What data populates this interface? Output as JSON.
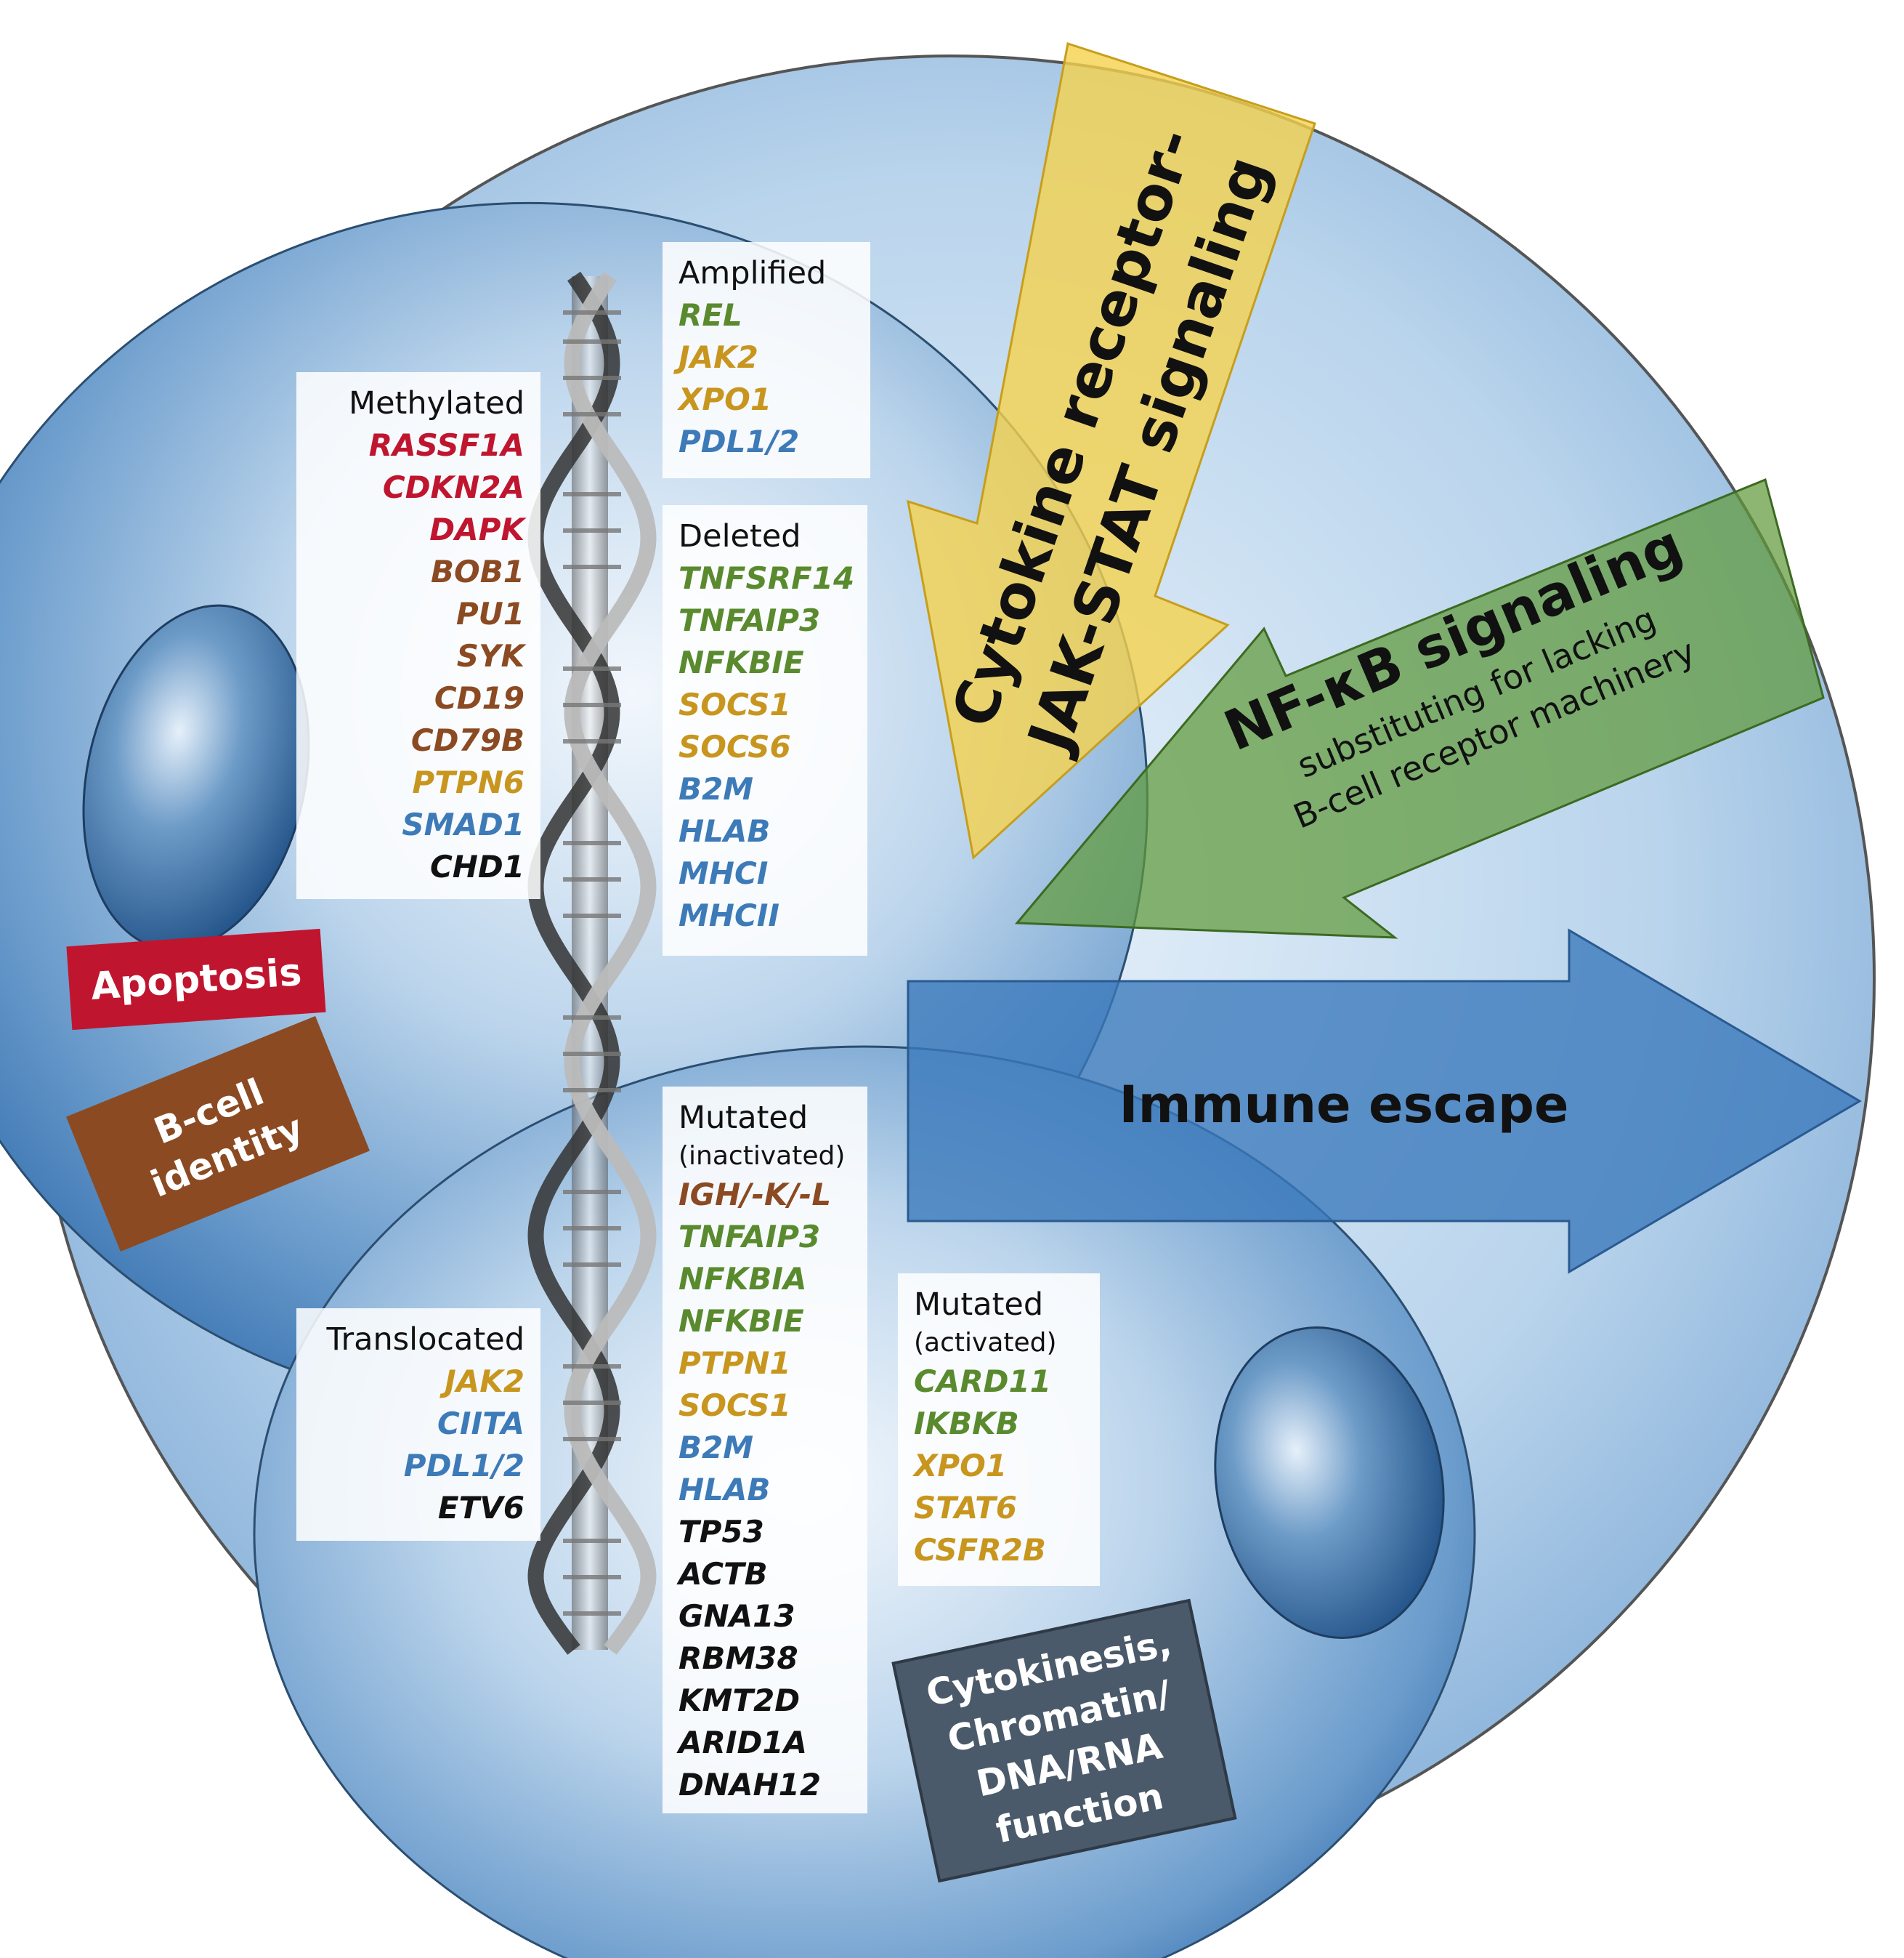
{
  "amplified": {
    "title": "Amplified",
    "genes": [
      {
        "name": "REL",
        "color": "#5a8a2e"
      },
      {
        "name": "JAK2",
        "color": "#c8961e"
      },
      {
        "name": "XPO1",
        "color": "#c8961e"
      },
      {
        "name": "PDL1/2",
        "color": "#3d7ab8"
      }
    ]
  },
  "deleted": {
    "title": "Deleted",
    "genes": [
      {
        "name": "TNFSRF14",
        "color": "#5a8a2e"
      },
      {
        "name": "TNFAIP3",
        "color": "#5a8a2e"
      },
      {
        "name": "NFKBIE",
        "color": "#5a8a2e"
      },
      {
        "name": "SOCS1",
        "color": "#c8961e"
      },
      {
        "name": "SOCS6",
        "color": "#c8961e"
      },
      {
        "name": "B2M",
        "color": "#3d7ab8"
      },
      {
        "name": "HLAB",
        "color": "#3d7ab8"
      },
      {
        "name": "MHCI",
        "color": "#3d7ab8"
      },
      {
        "name": "MHCII",
        "color": "#3d7ab8"
      }
    ]
  },
  "methylated": {
    "title": "Methylated",
    "genes": [
      {
        "name": "RASSF1A",
        "color": "#c0152f"
      },
      {
        "name": "CDKN2A",
        "color": "#c0152f"
      },
      {
        "name": "DAPK",
        "color": "#c0152f"
      },
      {
        "name": "BOB1",
        "color": "#8b4a22"
      },
      {
        "name": "PU1",
        "color": "#8b4a22"
      },
      {
        "name": "SYK",
        "color": "#8b4a22"
      },
      {
        "name": "CD19",
        "color": "#8b4a22"
      },
      {
        "name": "CD79B",
        "color": "#8b4a22"
      },
      {
        "name": "PTPN6",
        "color": "#c8961e"
      },
      {
        "name": "SMAD1",
        "color": "#3d7ab8"
      },
      {
        "name": "CHD1",
        "color": "#111111"
      }
    ]
  },
  "mutated_inactivated": {
    "title": "Mutated",
    "subtitle": "(inactivated)",
    "genes": [
      {
        "name": "IGH/-K/-L",
        "color": "#8b4a22"
      },
      {
        "name": "TNFAIP3",
        "color": "#5a8a2e"
      },
      {
        "name": "NFKBIA",
        "color": "#5a8a2e"
      },
      {
        "name": "NFKBIE",
        "color": "#5a8a2e"
      },
      {
        "name": "PTPN1",
        "color": "#c8961e"
      },
      {
        "name": "SOCS1",
        "color": "#c8961e"
      },
      {
        "name": "B2M",
        "color": "#3d7ab8"
      },
      {
        "name": "HLAB",
        "color": "#3d7ab8"
      },
      {
        "name": "TP53",
        "color": "#111111"
      },
      {
        "name": "ACTB",
        "color": "#111111"
      },
      {
        "name": "GNA13",
        "color": "#111111"
      },
      {
        "name": "RBM38",
        "color": "#111111"
      },
      {
        "name": "KMT2D",
        "color": "#111111"
      },
      {
        "name": "ARID1A",
        "color": "#111111"
      },
      {
        "name": "DNAH12",
        "color": "#111111"
      }
    ]
  },
  "mutated_activated": {
    "title": "Mutated",
    "subtitle": "(activated)",
    "genes": [
      {
        "name": "CARD11",
        "color": "#5a8a2e"
      },
      {
        "name": "IKBKB",
        "color": "#5a8a2e"
      },
      {
        "name": "XPO1",
        "color": "#c8961e"
      },
      {
        "name": "STAT6",
        "color": "#c8961e"
      },
      {
        "name": "CSFR2B",
        "color": "#c8961e"
      }
    ]
  },
  "translocated": {
    "title": "Translocated",
    "genes": [
      {
        "name": "JAK2",
        "color": "#c8961e"
      },
      {
        "name": "CIITA",
        "color": "#3d7ab8"
      },
      {
        "name": "PDL1/2",
        "color": "#3d7ab8"
      },
      {
        "name": "ETV6",
        "color": "#111111"
      }
    ]
  },
  "labels": {
    "apoptosis": "Apoptosis",
    "bcell_identity_line1": "B-cell",
    "bcell_identity_line2": "identity",
    "cytokinesis_line1": "Cytokinesis,",
    "cytokinesis_line2": "Chromatin/",
    "cytokinesis_line3": "DNA/RNA",
    "cytokinesis_line4": "function"
  },
  "arrows": {
    "cytokine_line1": "Cytokine receptor-",
    "cytokine_line2": "JAK-STAT signaling",
    "nfkb_title": "NF-κB signaling",
    "nfkb_line2": "substituting for lacking",
    "nfkb_line3": "B-cell receptor machinery",
    "immune_escape": "Immune escape"
  },
  "colors": {
    "red_apoptosis": "#c0152f",
    "brown_bcell": "#8b4a22",
    "yellow_jakstat": "#c8961e",
    "green_nfkb": "#5a8a2e",
    "blue_immune": "#3d7ab8",
    "slate_cytokinesis": "#4a5a6a"
  }
}
